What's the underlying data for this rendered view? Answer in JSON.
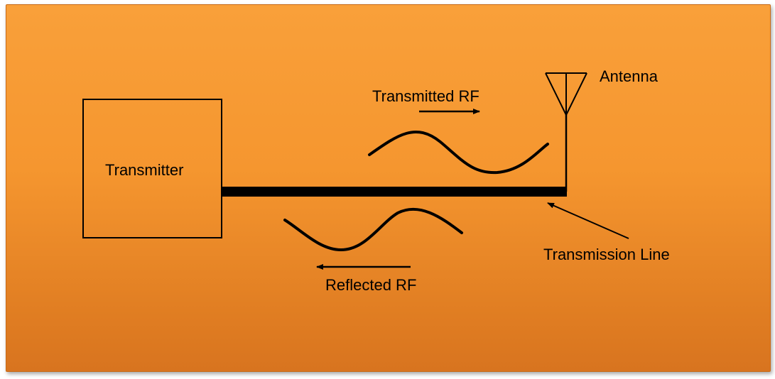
{
  "labels": {
    "transmitter": "Transmitter",
    "antenna": "Antenna",
    "transmitted_rf": "Transmitted RF",
    "reflected_rf": "Reflected RF",
    "transmission_line": "Transmission Line"
  },
  "colors": {
    "background": "#f59a33",
    "stroke": "#000000"
  }
}
